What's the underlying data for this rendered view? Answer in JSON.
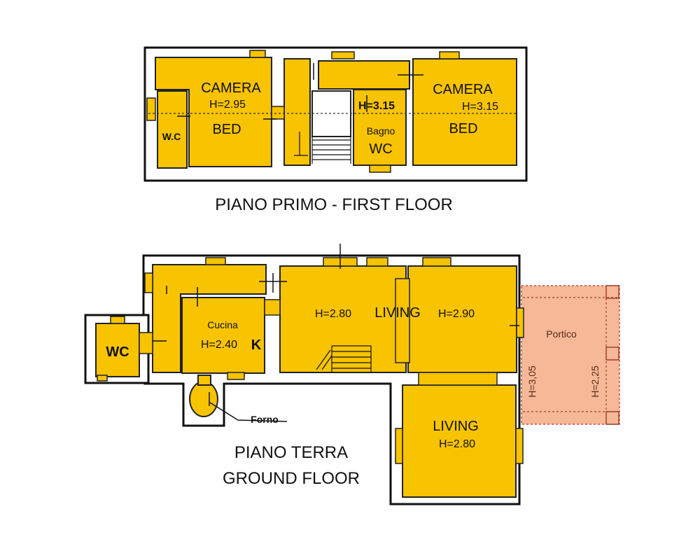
{
  "first_floor": {
    "title": "PIANO PRIMO - FIRST FLOOR",
    "wc_left": "W.C",
    "camera_left_name": "CAMERA",
    "camera_left_h": "H=2.95",
    "camera_left_en": "BED",
    "bagno_h": "H=3.15",
    "bagno_name": "Bagno",
    "bagno_en": "WC",
    "camera_right_name": "CAMERA",
    "camera_right_h": "H=3.15",
    "camera_right_en": "BED"
  },
  "ground_floor": {
    "title_line1": "PIANO TERRA",
    "title_line2": "GROUND FLOOR",
    "wc": "WC",
    "cucina_name": "Cucina",
    "cucina_h": "H=2.40",
    "cucina_k": "K",
    "living_center_h": "H=2.80",
    "living_center_name": "LIVING",
    "living_right_h": "H=2.90",
    "living_lower_name": "LIVING",
    "living_lower_h": "H=2.80",
    "forno": "Forno",
    "portico": "Portico",
    "portico_h1": "H=3,05",
    "portico_h2": "H=2,25"
  },
  "colors": {
    "room": "#f8c300",
    "porch": "#f6b896",
    "wall": "#111111"
  }
}
